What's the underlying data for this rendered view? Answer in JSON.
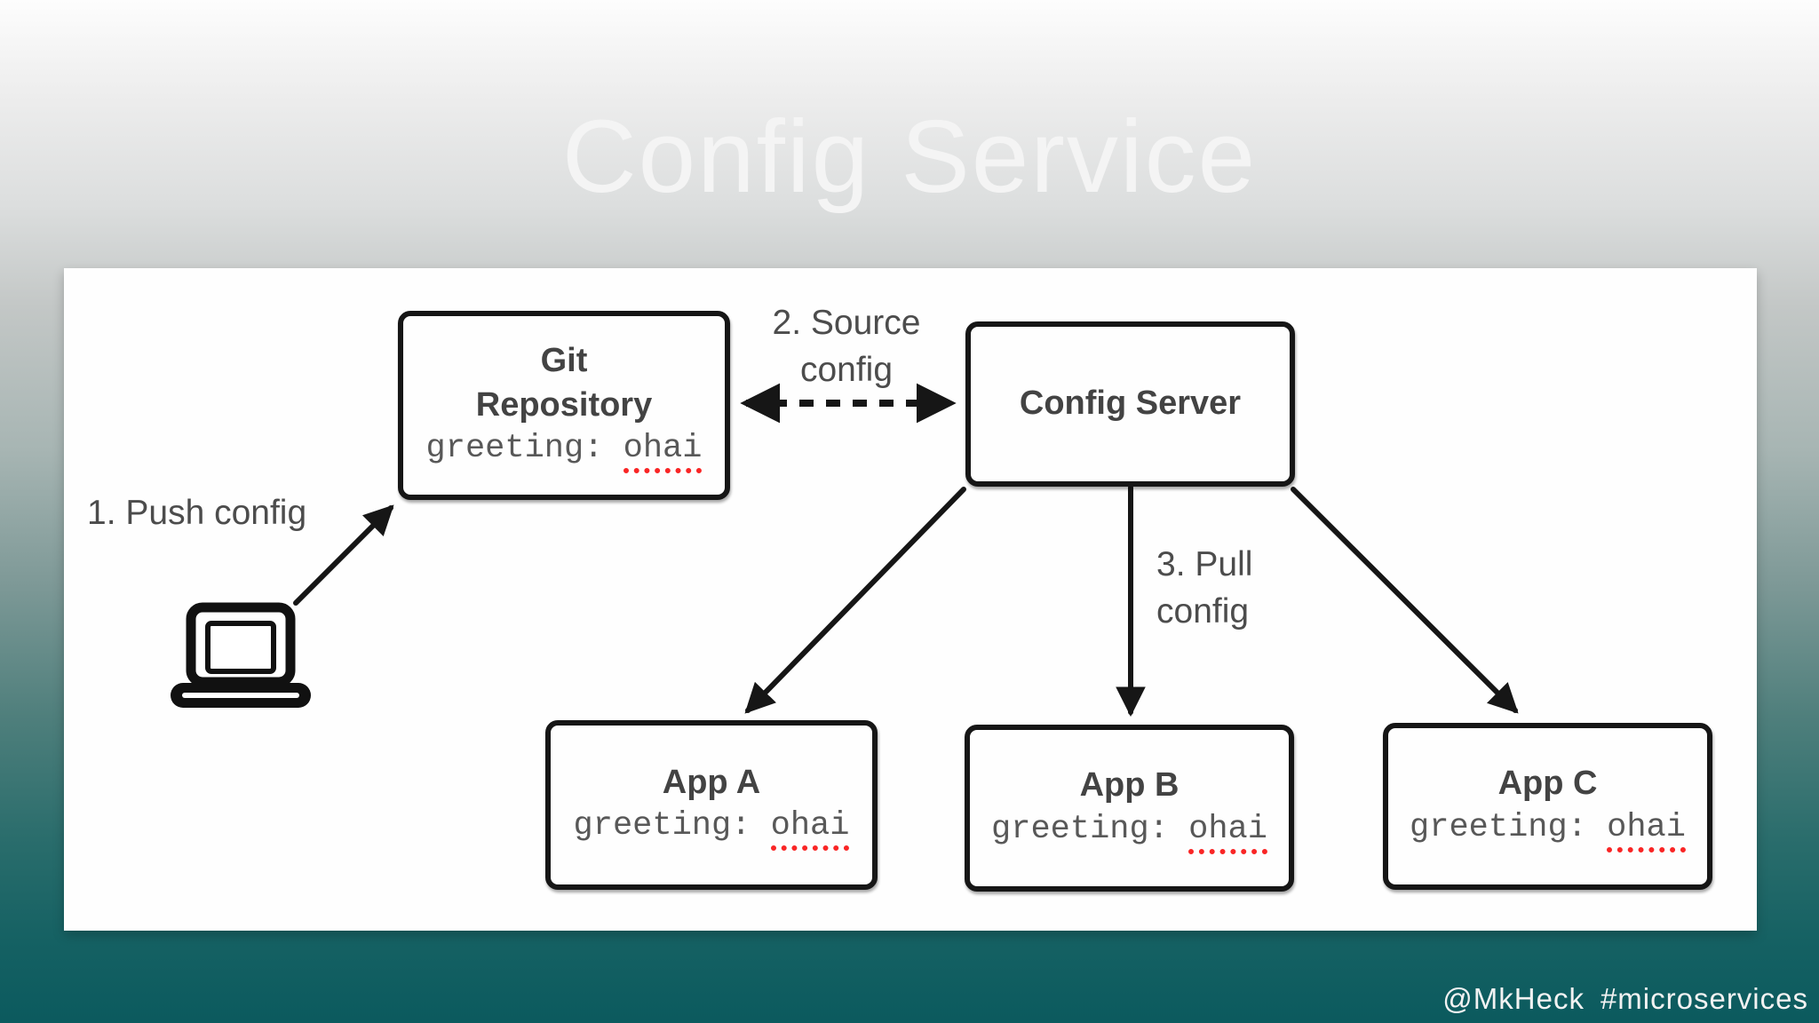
{
  "slide": {
    "title": "Config Service",
    "footer": {
      "handle": "@MkHeck",
      "hashtag": "#microservices"
    }
  },
  "diagram": {
    "nodes": {
      "git": {
        "line1": "Git",
        "line2": "Repository",
        "code_key": "greeting:",
        "code_value": "ohai"
      },
      "config_server": {
        "title": "Config Server"
      },
      "app_a": {
        "title": "App A",
        "code_key": "greeting:",
        "code_value": "ohai"
      },
      "app_b": {
        "title": "App B",
        "code_key": "greeting:",
        "code_value": "ohai"
      },
      "app_c": {
        "title": "App C",
        "code_key": "greeting:",
        "code_value": "ohai"
      }
    },
    "labels": {
      "step1": "1. Push config",
      "step2_line1": "2. Source",
      "step2_line2": "config",
      "step3_line1": "3. Pull",
      "step3_line2": "config"
    }
  },
  "colors": {
    "background_top": "#fdfdfd",
    "background_mid_gray": "#c3c7c6",
    "background_bottom_teal": "#0b5a5e",
    "panel_background": "#fefefe",
    "box_border": "#161616",
    "arrow": "#161616",
    "title_text": "#f4f4f4",
    "node_title_text": "#434343",
    "code_text": "#585858",
    "spellcheck_underline_red": "#f92525",
    "flow_label_text": "#4c4c4c"
  }
}
